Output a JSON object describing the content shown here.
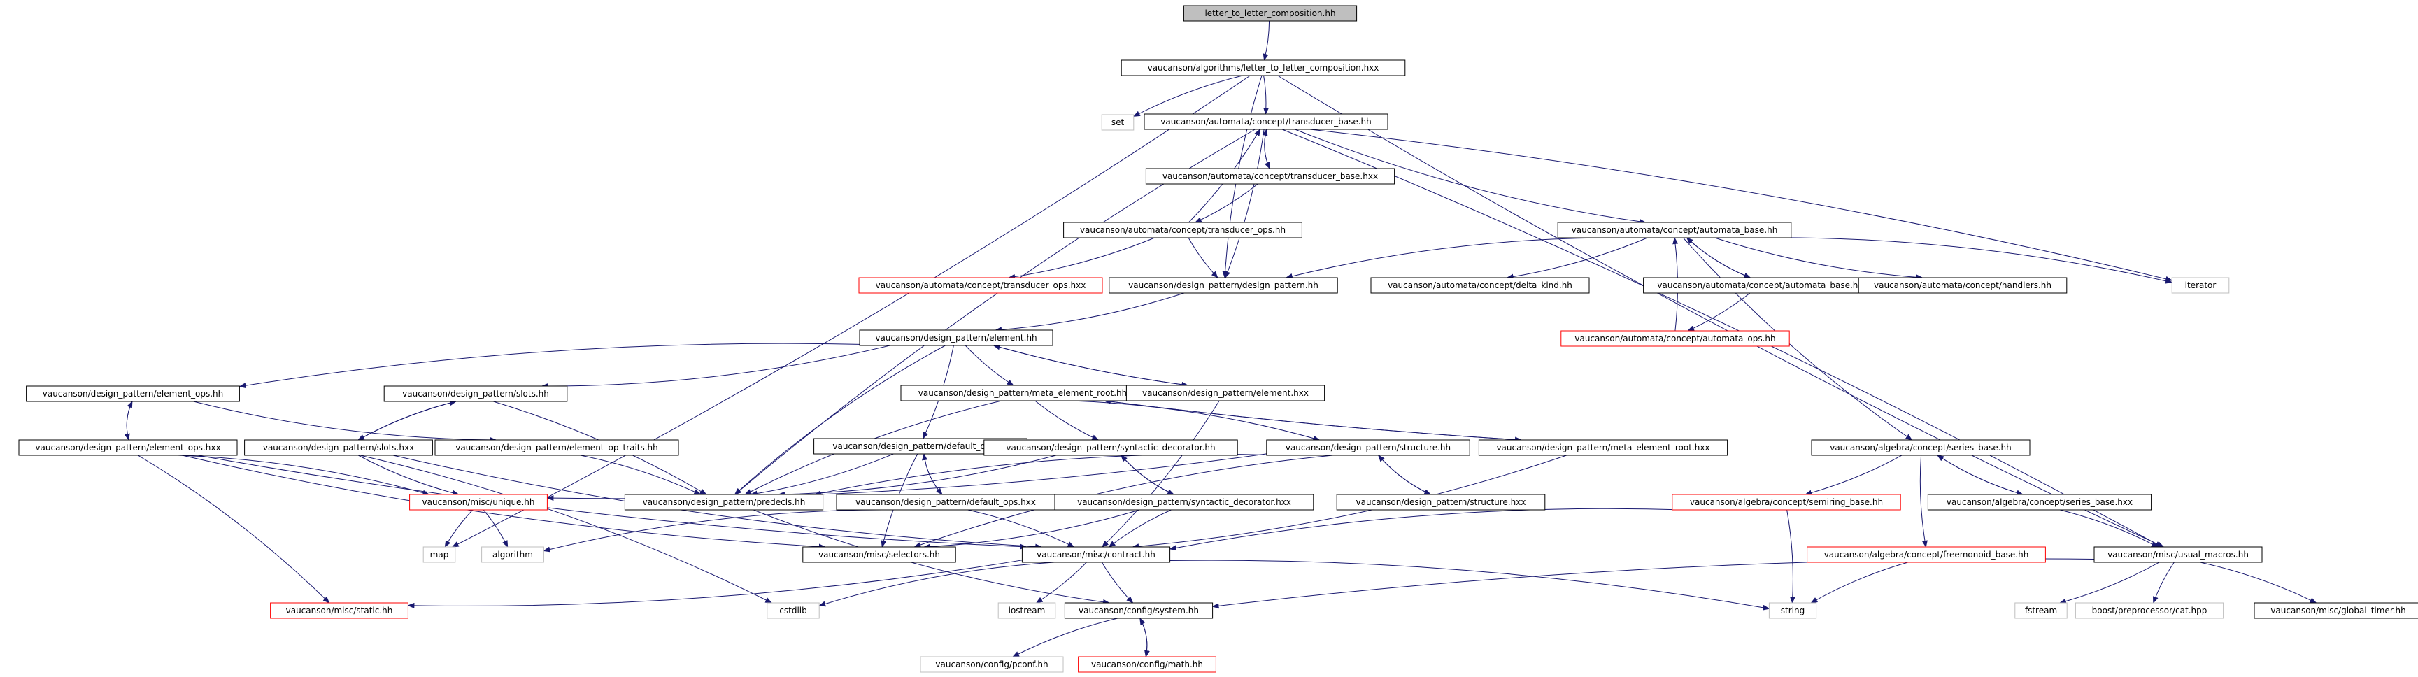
{
  "colors": {
    "edge": "#191970",
    "node_border_default": "#000000",
    "node_border_truncated": "#ff0000",
    "node_border_external": "#bfbfbf",
    "root_fill": "#bfbfbf",
    "node_fill": "#ffffff",
    "external_text": "#000000"
  },
  "nodes": [
    {
      "id": "root",
      "label": "letter_to_letter_composition.hh",
      "kind": "root"
    },
    {
      "id": "ltlc_hxx",
      "label": "vaucanson/algorithms/letter_to_letter_composition.hxx",
      "kind": "normal"
    },
    {
      "id": "set",
      "label": "set",
      "kind": "external"
    },
    {
      "id": "tb_hh",
      "label": "vaucanson/automata/concept/transducer_base.hh",
      "kind": "normal"
    },
    {
      "id": "tb_hxx",
      "label": "vaucanson/automata/concept/transducer_base.hxx",
      "kind": "normal"
    },
    {
      "id": "tops_hh",
      "label": "vaucanson/automata/concept/transducer_ops.hh",
      "kind": "normal"
    },
    {
      "id": "tops_hxx",
      "label": "vaucanson/automata/concept/transducer_ops.hxx",
      "kind": "truncated"
    },
    {
      "id": "dp_hh",
      "label": "vaucanson/design_pattern/design_pattern.hh",
      "kind": "normal"
    },
    {
      "id": "ab_hh",
      "label": "vaucanson/automata/concept/automata_base.hh",
      "kind": "normal"
    },
    {
      "id": "dk_hh",
      "label": "vaucanson/automata/concept/delta_kind.hh",
      "kind": "normal"
    },
    {
      "id": "ab_hxx",
      "label": "vaucanson/automata/concept/automata_base.hxx",
      "kind": "normal"
    },
    {
      "id": "handlers_hh",
      "label": "vaucanson/automata/concept/handlers.hh",
      "kind": "normal"
    },
    {
      "id": "iterator",
      "label": "iterator",
      "kind": "external"
    },
    {
      "id": "aops_hh",
      "label": "vaucanson/automata/concept/automata_ops.hh",
      "kind": "truncated"
    },
    {
      "id": "el_hh",
      "label": "vaucanson/design_pattern/element.hh",
      "kind": "normal"
    },
    {
      "id": "elops_hh",
      "label": "vaucanson/design_pattern/element_ops.hh",
      "kind": "normal"
    },
    {
      "id": "slots_hh",
      "label": "vaucanson/design_pattern/slots.hh",
      "kind": "normal"
    },
    {
      "id": "mer_hh",
      "label": "vaucanson/design_pattern/meta_element_root.hh",
      "kind": "normal"
    },
    {
      "id": "el_hxx",
      "label": "vaucanson/design_pattern/element.hxx",
      "kind": "normal"
    },
    {
      "id": "elops_hxx",
      "label": "vaucanson/design_pattern/element_ops.hxx",
      "kind": "normal"
    },
    {
      "id": "slots_hxx",
      "label": "vaucanson/design_pattern/slots.hxx",
      "kind": "normal"
    },
    {
      "id": "eot_hh",
      "label": "vaucanson/design_pattern/element_op_traits.hh",
      "kind": "normal"
    },
    {
      "id": "defops_hh",
      "label": "vaucanson/design_pattern/default_ops.hh",
      "kind": "normal"
    },
    {
      "id": "sd_hh",
      "label": "vaucanson/design_pattern/syntactic_decorator.hh",
      "kind": "normal"
    },
    {
      "id": "struct_hh",
      "label": "vaucanson/design_pattern/structure.hh",
      "kind": "normal"
    },
    {
      "id": "mer_hxx",
      "label": "vaucanson/design_pattern/meta_element_root.hxx",
      "kind": "normal"
    },
    {
      "id": "sb_hh",
      "label": "vaucanson/algebra/concept/series_base.hh",
      "kind": "normal"
    },
    {
      "id": "unique_hh",
      "label": "vaucanson/misc/unique.hh",
      "kind": "truncated"
    },
    {
      "id": "predecls_hh",
      "label": "vaucanson/design_pattern/predecls.hh",
      "kind": "normal"
    },
    {
      "id": "defops_hxx",
      "label": "vaucanson/design_pattern/default_ops.hxx",
      "kind": "normal"
    },
    {
      "id": "sd_hxx",
      "label": "vaucanson/design_pattern/syntactic_decorator.hxx",
      "kind": "normal"
    },
    {
      "id": "struct_hxx",
      "label": "vaucanson/design_pattern/structure.hxx",
      "kind": "normal"
    },
    {
      "id": "srb_hh",
      "label": "vaucanson/algebra/concept/semiring_base.hh",
      "kind": "truncated"
    },
    {
      "id": "sb_hxx",
      "label": "vaucanson/algebra/concept/series_base.hxx",
      "kind": "normal"
    },
    {
      "id": "map",
      "label": "map",
      "kind": "external"
    },
    {
      "id": "algorithm",
      "label": "algorithm",
      "kind": "external"
    },
    {
      "id": "selectors_hh",
      "label": "vaucanson/misc/selectors.hh",
      "kind": "normal"
    },
    {
      "id": "contract_hh",
      "label": "vaucanson/misc/contract.hh",
      "kind": "normal"
    },
    {
      "id": "fmb_hh",
      "label": "vaucanson/algebra/concept/freemonoid_base.hh",
      "kind": "truncated"
    },
    {
      "id": "um_hh",
      "label": "vaucanson/misc/usual_macros.hh",
      "kind": "normal"
    },
    {
      "id": "static_hh",
      "label": "vaucanson/misc/static.hh",
      "kind": "truncated"
    },
    {
      "id": "cstdlib",
      "label": "cstdlib",
      "kind": "external"
    },
    {
      "id": "iostream",
      "label": "iostream",
      "kind": "external"
    },
    {
      "id": "system_hh",
      "label": "vaucanson/config/system.hh",
      "kind": "normal"
    },
    {
      "id": "string",
      "label": "string",
      "kind": "external"
    },
    {
      "id": "fstream",
      "label": "fstream",
      "kind": "external"
    },
    {
      "id": "boostcat",
      "label": "boost/preprocessor/cat.hpp",
      "kind": "external"
    },
    {
      "id": "gt_hh",
      "label": "vaucanson/misc/global_timer.hh",
      "kind": "normal"
    },
    {
      "id": "pconf_hh",
      "label": "vaucanson/config/pconf.hh",
      "kind": "external"
    },
    {
      "id": "math_hh",
      "label": "vaucanson/config/math.hh",
      "kind": "truncated"
    }
  ],
  "edges": [
    [
      "root",
      "ltlc_hxx"
    ],
    [
      "ltlc_hxx",
      "set"
    ],
    [
      "ltlc_hxx",
      "tb_hh"
    ],
    [
      "ltlc_hxx",
      "dp_hh"
    ],
    [
      "ltlc_hxx",
      "map"
    ],
    [
      "ltlc_hxx",
      "um_hh"
    ],
    [
      "tb_hh",
      "tb_hxx"
    ],
    [
      "tb_hxx",
      "tb_hh"
    ],
    [
      "tb_hxx",
      "tops_hh"
    ],
    [
      "tops_hh",
      "tb_hh"
    ],
    [
      "tops_hh",
      "tops_hxx"
    ],
    [
      "tops_hh",
      "dp_hh"
    ],
    [
      "tb_hh",
      "dp_hh"
    ],
    [
      "tb_hh",
      "ab_hh"
    ],
    [
      "tb_hh",
      "iterator"
    ],
    [
      "tb_hh",
      "predecls_hh"
    ],
    [
      "tb_hh",
      "um_hh"
    ],
    [
      "ab_hh",
      "dp_hh"
    ],
    [
      "ab_hh",
      "dk_hh"
    ],
    [
      "ab_hh",
      "ab_hxx"
    ],
    [
      "ab_hxx",
      "ab_hh"
    ],
    [
      "ab_hh",
      "handlers_hh"
    ],
    [
      "ab_hh",
      "iterator"
    ],
    [
      "ab_hh",
      "sb_hh"
    ],
    [
      "ab_hxx",
      "aops_hh"
    ],
    [
      "aops_hh",
      "ab_hh"
    ],
    [
      "dp_hh",
      "el_hh"
    ],
    [
      "el_hh",
      "elops_hh"
    ],
    [
      "el_hh",
      "slots_hh"
    ],
    [
      "el_hh",
      "mer_hh"
    ],
    [
      "el_hh",
      "el_hxx"
    ],
    [
      "el_hxx",
      "el_hh"
    ],
    [
      "el_hh",
      "defops_hh"
    ],
    [
      "el_hh",
      "predecls_hh"
    ],
    [
      "el_hxx",
      "contract_hh"
    ],
    [
      "elops_hh",
      "elops_hxx"
    ],
    [
      "elops_hxx",
      "elops_hh"
    ],
    [
      "elops_hh",
      "eot_hh"
    ],
    [
      "elops_hxx",
      "unique_hh"
    ],
    [
      "elops_hxx",
      "selectors_hh"
    ],
    [
      "elops_hxx",
      "static_hh"
    ],
    [
      "elops_hxx",
      "contract_hh"
    ],
    [
      "slots_hh",
      "slots_hxx"
    ],
    [
      "slots_hxx",
      "slots_hh"
    ],
    [
      "slots_hh",
      "predecls_hh"
    ],
    [
      "slots_hxx",
      "unique_hh"
    ],
    [
      "slots_hxx",
      "cstdlib"
    ],
    [
      "slots_hxx",
      "contract_hh"
    ],
    [
      "eot_hh",
      "predecls_hh"
    ],
    [
      "mer_hh",
      "sd_hh"
    ],
    [
      "mer_hh",
      "struct_hh"
    ],
    [
      "mer_hh",
      "mer_hxx"
    ],
    [
      "mer_hxx",
      "mer_hh"
    ],
    [
      "mer_hh",
      "predecls_hh"
    ],
    [
      "defops_hh",
      "defops_hxx"
    ],
    [
      "defops_hxx",
      "defops_hh"
    ],
    [
      "defops_hh",
      "predecls_hh"
    ],
    [
      "defops_hh",
      "selectors_hh"
    ],
    [
      "defops_hxx",
      "contract_hh"
    ],
    [
      "defops_hxx",
      "algorithm"
    ],
    [
      "sd_hh",
      "sd_hxx"
    ],
    [
      "sd_hxx",
      "sd_hh"
    ],
    [
      "sd_hh",
      "predecls_hh"
    ],
    [
      "sd_hxx",
      "contract_hh"
    ],
    [
      "sd_hxx",
      "selectors_hh"
    ],
    [
      "struct_hh",
      "struct_hxx"
    ],
    [
      "struct_hxx",
      "struct_hh"
    ],
    [
      "struct_hh",
      "predecls_hh"
    ],
    [
      "struct_hh",
      "unique_hh"
    ],
    [
      "struct_hh",
      "selectors_hh"
    ],
    [
      "mer_hxx",
      "contract_hh"
    ],
    [
      "unique_hh",
      "map"
    ],
    [
      "unique_hh",
      "algorithm"
    ],
    [
      "predecls_hh",
      "system_hh"
    ],
    [
      "sb_hh",
      "srb_hh"
    ],
    [
      "sb_hh",
      "fmb_hh"
    ],
    [
      "sb_hh",
      "sb_hxx"
    ],
    [
      "sb_hxx",
      "sb_hh"
    ],
    [
      "sb_hxx",
      "um_hh"
    ],
    [
      "srb_hh",
      "contract_hh"
    ],
    [
      "srb_hh",
      "string"
    ],
    [
      "fmb_hh",
      "string"
    ],
    [
      "contract_hh",
      "static_hh"
    ],
    [
      "contract_hh",
      "cstdlib"
    ],
    [
      "contract_hh",
      "iostream"
    ],
    [
      "contract_hh",
      "system_hh"
    ],
    [
      "contract_hh",
      "string"
    ],
    [
      "um_hh",
      "system_hh"
    ],
    [
      "um_hh",
      "fstream"
    ],
    [
      "um_hh",
      "boostcat"
    ],
    [
      "um_hh",
      "gt_hh"
    ],
    [
      "system_hh",
      "pconf_hh"
    ],
    [
      "system_hh",
      "math_hh"
    ],
    [
      "math_hh",
      "system_hh"
    ]
  ]
}
